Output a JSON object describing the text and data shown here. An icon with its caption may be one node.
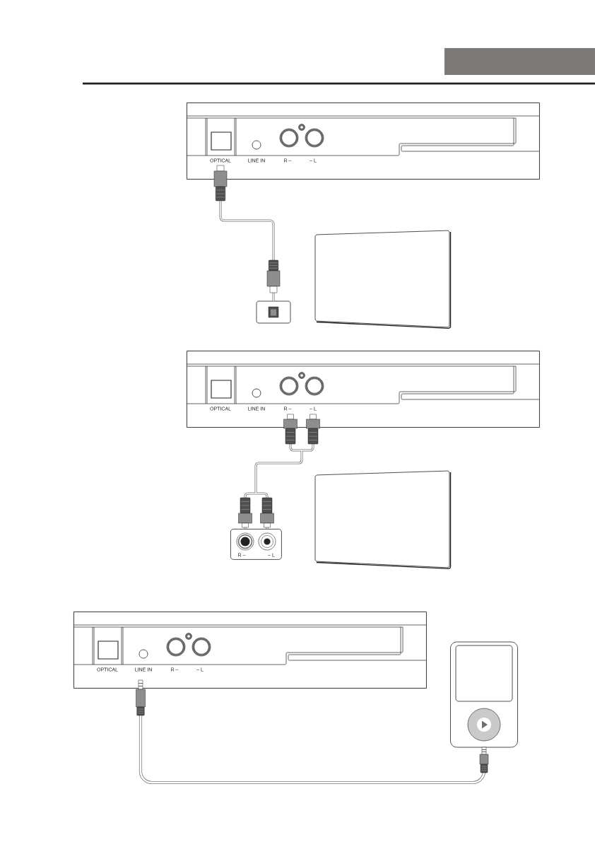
{
  "diagram": {
    "nodes": [
      {
        "text": [
          "OPTICAL",
          "LINE IN",
          "R –",
          "– L"
        ]
      },
      {
        "text": [],
        "shape": "box"
      },
      {
        "text": [
          "OPTICAL",
          "LINE IN",
          "R –",
          "– L"
        ]
      },
      {
        "text": [
          "R –",
          "– L"
        ]
      },
      {
        "text": [
          "OPTICAL",
          "LINE IN",
          "R –",
          "– L"
        ]
      },
      {
        "text": [],
        "shape": "picture"
      }
    ],
    "edges": [
      {
        "from": 0,
        "to": 1,
        "arrow": "other"
      },
      {
        "from": 2,
        "to": 3,
        "arrow": "other"
      },
      {
        "from": 4,
        "to": 5,
        "arrow": "other"
      }
    ]
  }
}
